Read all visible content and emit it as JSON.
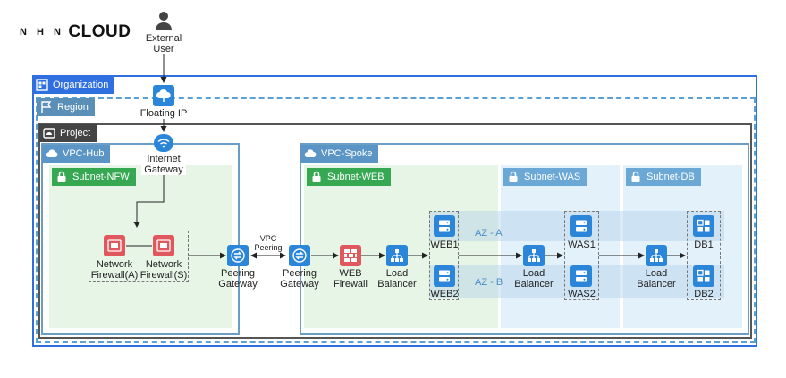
{
  "brand": {
    "prefix": "N H N",
    "name": "CLOUD"
  },
  "external_user": {
    "label_line1": "External",
    "label_line2": "User"
  },
  "floating_ip": {
    "label": "Floating IP"
  },
  "containers": {
    "organization": "Organization",
    "region": "Region",
    "project": "Project",
    "vpc_hub": "VPC-Hub",
    "vpc_spoke": "VPC-Spoke",
    "subnet_nfw": "Subnet-NFW",
    "subnet_web": "Subnet-WEB",
    "subnet_was": "Subnet-WAS",
    "subnet_db": "Subnet-DB"
  },
  "internet_gateway": {
    "line1": "Internet",
    "line2": "Gateway"
  },
  "firewall_a": {
    "line1": "Network",
    "line2": "Firewall(A)"
  },
  "firewall_s": {
    "line1": "Network",
    "line2": "Firewall(S)"
  },
  "peering_gw_hub": {
    "line1": "Peering",
    "line2": "Gateway"
  },
  "vpc_peering": {
    "line1": "VPC",
    "line2": "Peering"
  },
  "peering_gw_spoke": {
    "line1": "Peering",
    "line2": "Gateway"
  },
  "web_firewall": {
    "line1": "WEB",
    "line2": "Firewall"
  },
  "lb_web": {
    "line1": "Load",
    "line2": "Balancer"
  },
  "lb_was": {
    "line1": "Load",
    "line2": "Balancer"
  },
  "lb_db": {
    "line1": "Load",
    "line2": "Balancer"
  },
  "servers": {
    "web1": "WEB1",
    "web2": "WEB2",
    "was1": "WAS1",
    "was2": "WAS2",
    "db1": "DB1",
    "db2": "DB2"
  },
  "az": {
    "a": "AZ - A",
    "b": "AZ - B"
  },
  "colors": {
    "org": "#2f6fdf",
    "icon_blue": "#2b86d9",
    "icon_red": "#e0575e",
    "subnet_green": "#e6f5e6",
    "subnet_blue": "#e3f1fa"
  }
}
